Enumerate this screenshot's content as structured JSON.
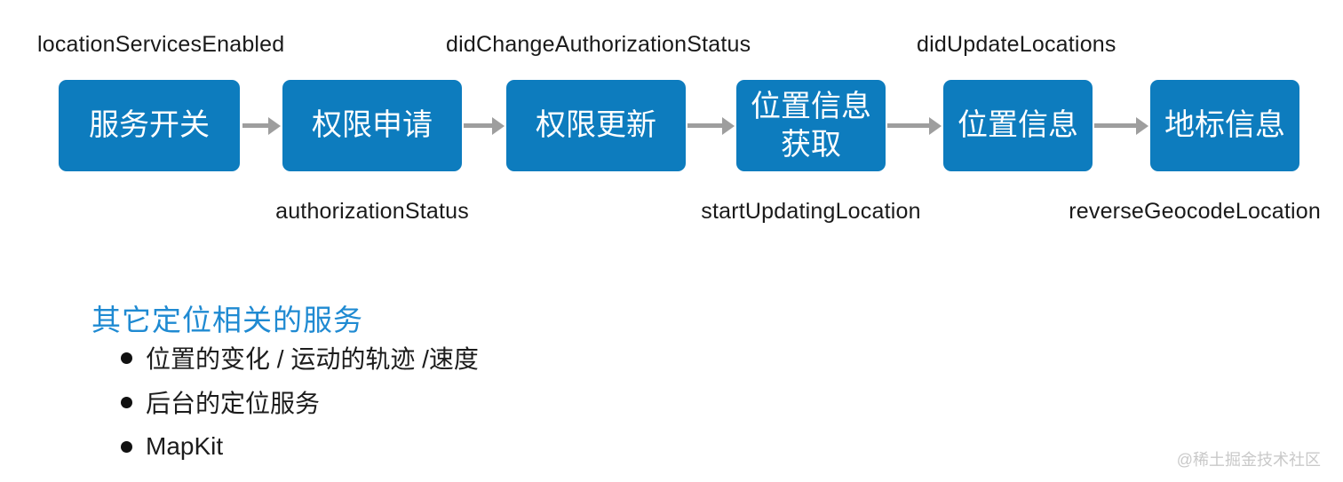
{
  "colors": {
    "box_blue": "#0d7cbe",
    "heading_blue": "#1f8ad2",
    "arrow_gray": "#9e9e9e",
    "label_black": "#1a1a1a",
    "watermark_gray": "#c9c9c9"
  },
  "flow": {
    "top_labels": [
      {
        "text": "locationServicesEnabled"
      },
      {
        "text": "didChangeAuthorizationStatus"
      },
      {
        "text": "didUpdateLocations"
      }
    ],
    "boxes": [
      {
        "label": "服务开关"
      },
      {
        "label": "权限申请"
      },
      {
        "label": "权限更新"
      },
      {
        "label": "位置信息\n获取"
      },
      {
        "label": "位置信息"
      },
      {
        "label": "地标信息"
      }
    ],
    "bottom_labels": [
      {
        "text": "authorizationStatus"
      },
      {
        "text": "startUpdatingLocation"
      },
      {
        "text": "reverseGeocodeLocation"
      }
    ]
  },
  "section": {
    "heading": "其它定位相关的服务",
    "bullets": [
      "位置的变化 / 运动的轨迹 /速度",
      "后台的定位服务",
      "MapKit"
    ]
  },
  "watermark": "@稀土掘金技术社区"
}
